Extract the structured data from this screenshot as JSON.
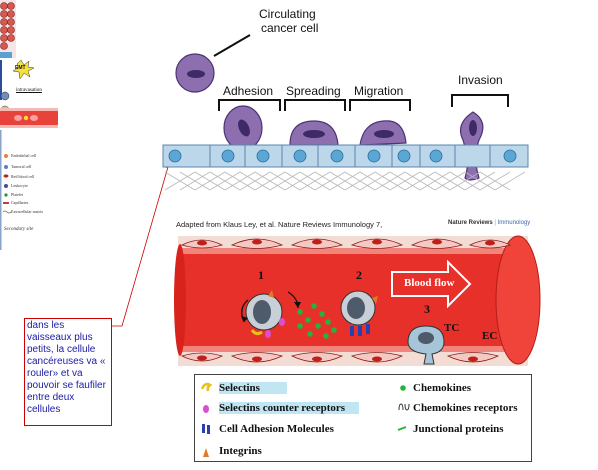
{
  "left_panel": {
    "emt_label": "EMT",
    "intravasation_label": "intravasation",
    "legend_items": [
      "Endothelial cell",
      "Tumoral cell",
      "Red blood cell",
      "Leukocyte",
      "Platelet",
      "Capillaries",
      "Extracellular matrix"
    ],
    "secondary_site_label": "Secondary site"
  },
  "comment": {
    "text": "dans les vaisseaux plus petits, la cellule cancéreuses va « rouler» et va pouvoir se faufiler entre deux cellules"
  },
  "top_figure": {
    "circulating_label_line1": "Circulating",
    "circulating_label_line2": "cancer cell",
    "steps": [
      "Adhesion",
      "Spreading",
      "Migration",
      "Invasion"
    ],
    "credit": "Adapted from Klaus Ley, et al. Nature Reviews Immunology 7,",
    "journal_bold": "Nature Reviews",
    "journal_light": "Immunology"
  },
  "vessel_figure": {
    "step_numbers": [
      "1",
      "2",
      "3"
    ],
    "blood_flow_label": "Blood flow",
    "tc_label": "TC",
    "ec_label": "EC"
  },
  "legend": {
    "left": [
      "Selectins",
      "Selectins counter receptors",
      "Cell Adhesion Molecules",
      "Integrins"
    ],
    "right": [
      "Chemokines",
      "Chemokines receptors",
      "Junctional proteins"
    ]
  },
  "colors": {
    "vessel_red": "#e8302a",
    "cell_purple": "#8d6fb0",
    "endothelium_blue": "#bcd6ea",
    "comment_border": "#cc0000",
    "comment_text": "#1a1aa6"
  }
}
